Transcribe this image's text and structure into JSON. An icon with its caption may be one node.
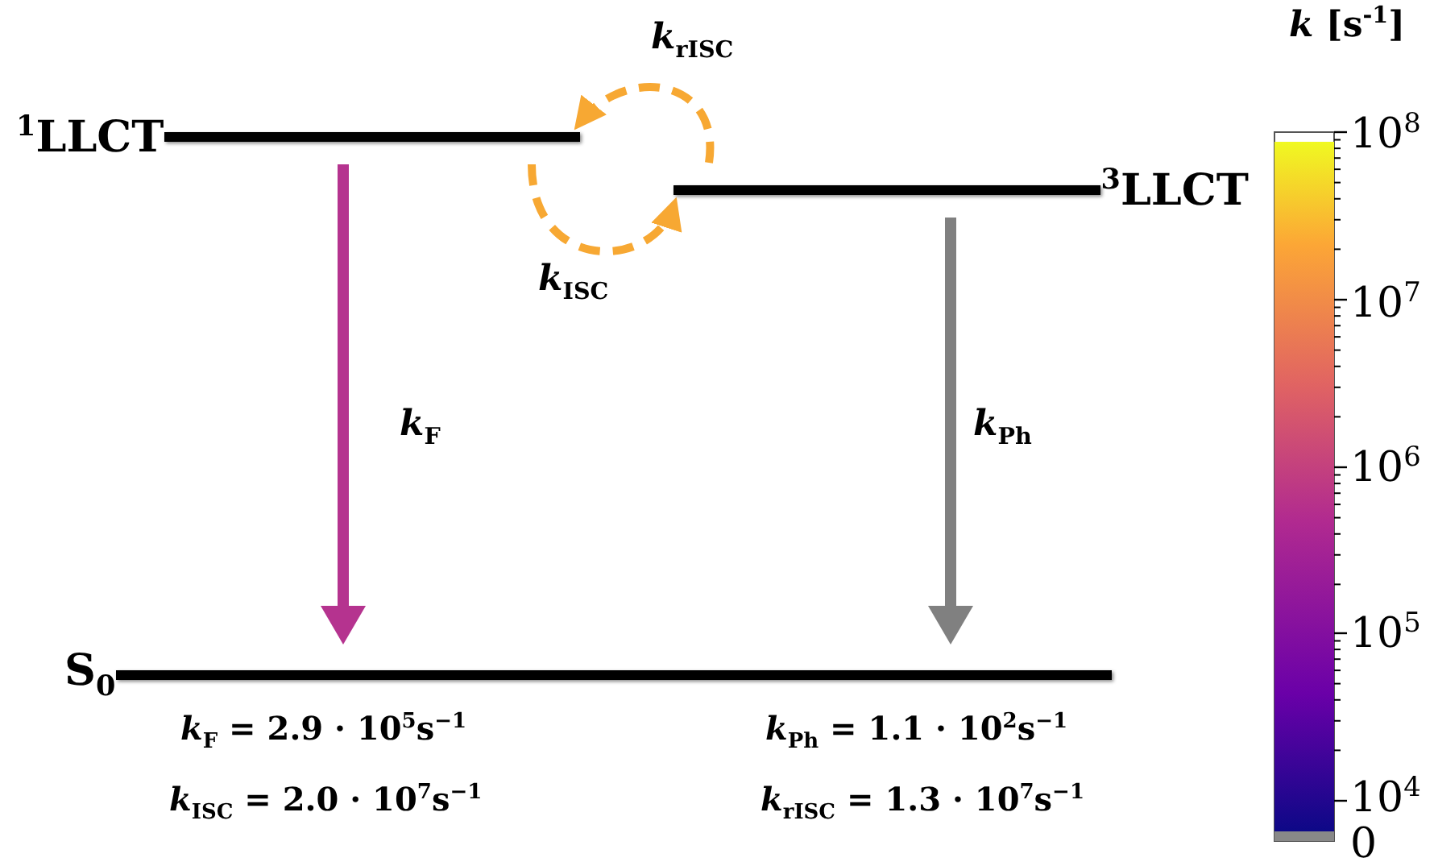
{
  "diagram": {
    "nodes": [
      {
        "text": [
          "$^{1}$LLCT"
        ]
      },
      {
        "text": [
          "$^{3}$LLCT"
        ]
      },
      {
        "text": [
          "S$_{0}$"
        ]
      }
    ],
    "edges": [
      {
        "from": 0,
        "to": 1,
        "arrow": "to",
        "label": "*k*$_{ISC}$",
        "style": "dashed",
        "color": "#f7a833"
      },
      {
        "from": 1,
        "to": 0,
        "arrow": "to",
        "label": "*k*$_{rISC}$",
        "style": "dashed",
        "color": "#f7a833"
      },
      {
        "from": 0,
        "to": 2,
        "arrow": "to",
        "label": "*k*$_{F}$",
        "color": "#b5338f"
      },
      {
        "from": 1,
        "to": 2,
        "arrow": "to",
        "label": "*k*$_{Ph}$",
        "color": "#808080"
      }
    ],
    "labels": [
      "*k* [s$^{-1}$]",
      "10$^{8}$",
      "10$^{7}$",
      "10$^{6}$",
      "10$^{5}$",
      "10$^{4}$",
      "0",
      "*k*$_{F}$ = 2.9 · 10$^{5}$s$^{−1}$",
      "*k*$_{Ph}$ = 1.1 · 10$^{2}$s$^{−1}$",
      "*k*$_{ISC}$ = 2.0 · 10$^{7}$s$^{−1}$",
      "*k*$_{rISC}$ = 1.3 · 10$^{7}$s$^{−1}$"
    ]
  }
}
